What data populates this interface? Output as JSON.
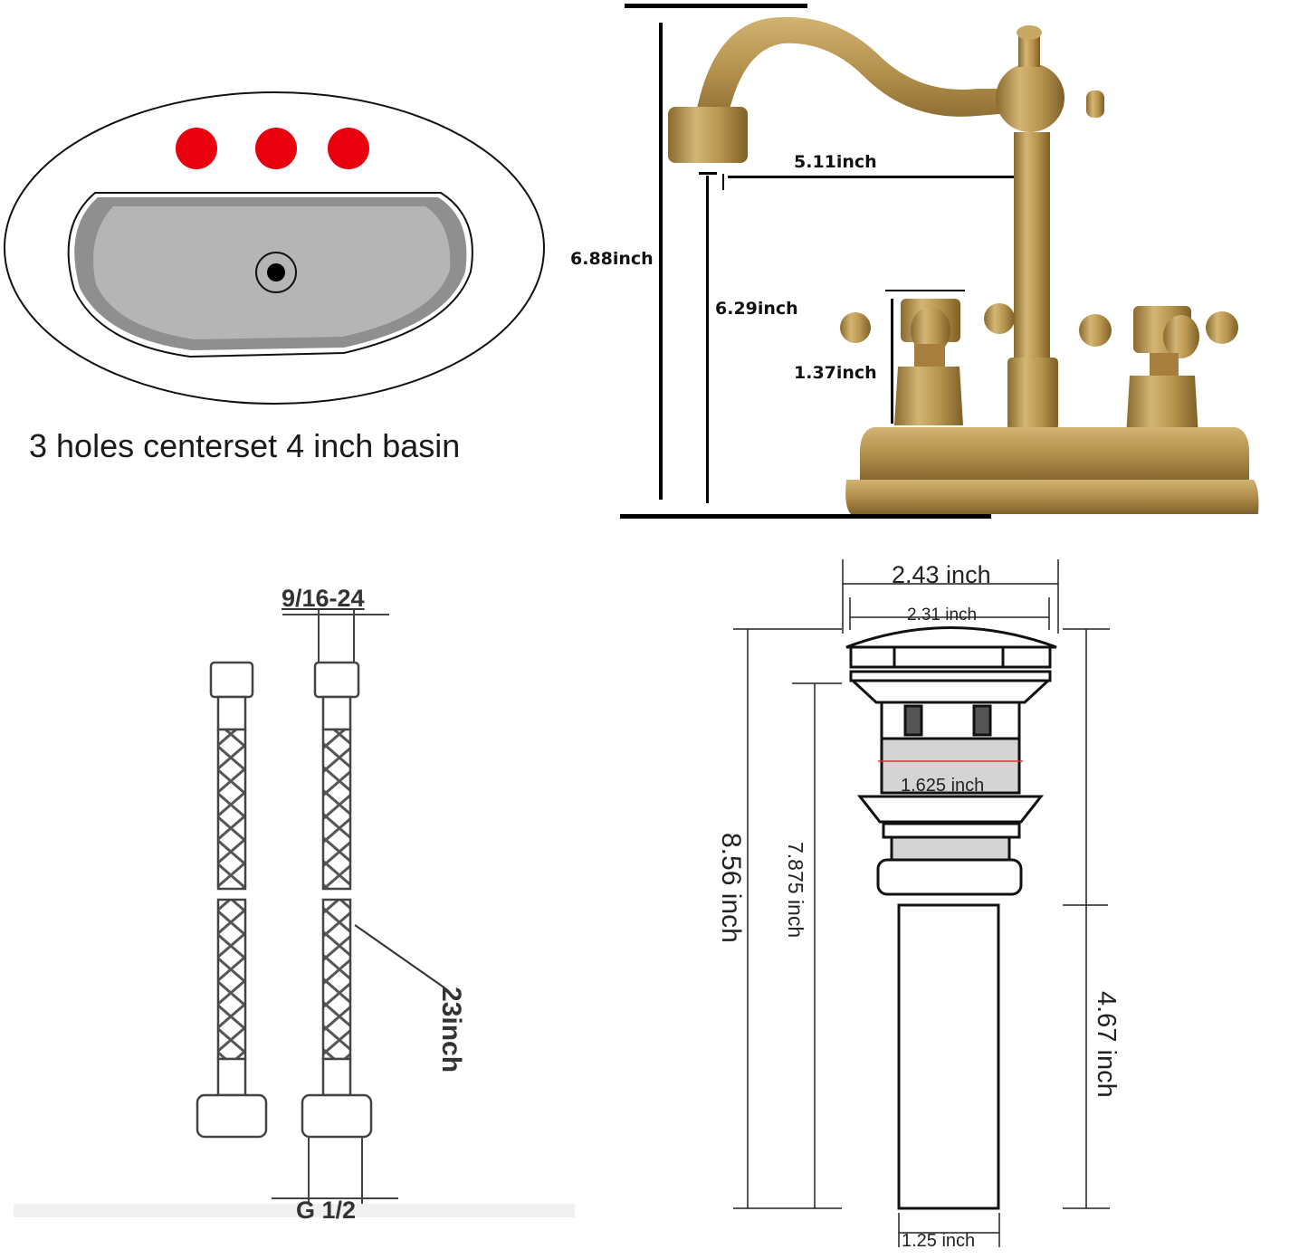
{
  "basin_panel": {
    "caption": "3 holes centerset 4 inch basin",
    "hole_count": 3,
    "hole_color": "#e8000f",
    "bowl_outer_color": "#8f8f8f",
    "bowl_inner_color": "#b5b5b5"
  },
  "faucet_panel": {
    "brass_color": "#b08d4a",
    "dimensions": {
      "total_height": "6.88inch",
      "spout_reach": "5.11inch",
      "spout_height": "6.29inch",
      "handle_height": "1.37inch"
    }
  },
  "hose_panel": {
    "top_thread": "9/16-24",
    "length": "23inch",
    "bottom_thread": "G 1/2"
  },
  "drain_panel": {
    "dimensions": {
      "cap_outer_diameter": "2.43 inch",
      "cap_inner_diameter": "2.31 inch",
      "body_diameter": "1.625 inch",
      "total_height": "8.56 inch",
      "below_flange_height": "7.875 inch",
      "tailpiece_height": "4.67 inch",
      "tailpiece_diameter": "1.25 inch"
    }
  }
}
